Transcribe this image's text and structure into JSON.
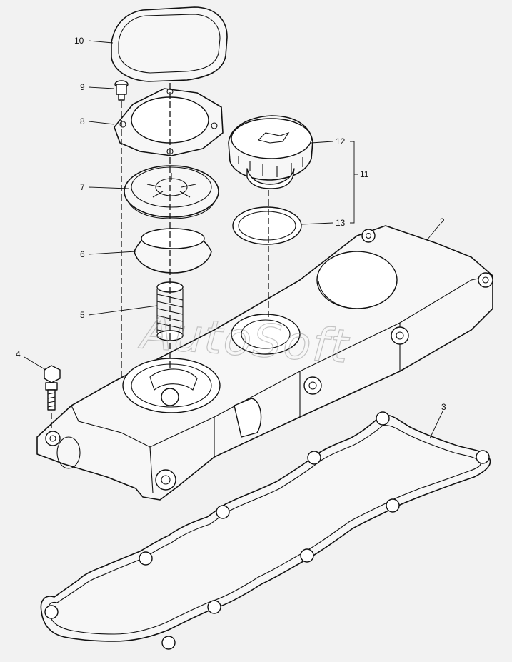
{
  "watermark": "AutoSoft",
  "callouts": {
    "c2": "2",
    "c3": "3",
    "c4": "4",
    "c5": "5",
    "c6": "6",
    "c7": "7",
    "c8": "8",
    "c9": "9",
    "c10": "10",
    "c11": "11",
    "c12": "12",
    "c13": "13"
  }
}
